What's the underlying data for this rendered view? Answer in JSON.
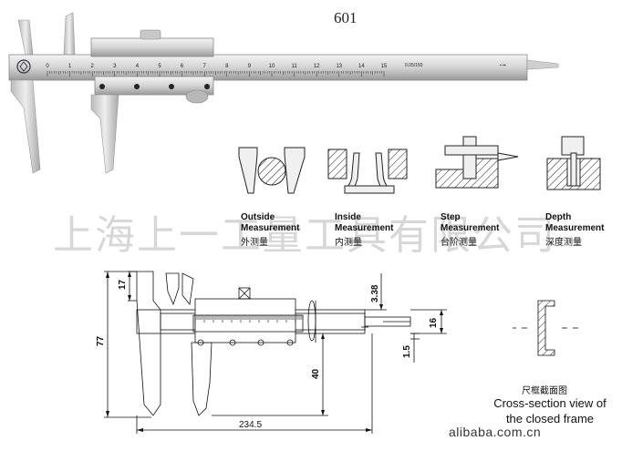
{
  "model": "601",
  "watermark": "上海上一工量工具有限公司",
  "photo": {
    "scale_main": [
      "0",
      "1",
      "2",
      "3",
      "4",
      "5",
      "6",
      "7",
      "8",
      "9",
      "10",
      "11",
      "12",
      "13",
      "14",
      "15"
    ],
    "extra": "0.05/150"
  },
  "measurements": [
    {
      "en1": "Outside",
      "en2": "Measurement",
      "cn": "外测量",
      "icon": "outside-measurement-icon"
    },
    {
      "en1": "Inside",
      "en2": "Measurement",
      "cn": "内测量",
      "icon": "inside-measurement-icon"
    },
    {
      "en1": "Step",
      "en2": "Measurement",
      "cn": "台阶测量",
      "icon": "step-measurement-icon"
    },
    {
      "en1": "Depth",
      "en2": "Measurement",
      "cn": "深度测量",
      "icon": "depth-measurement-icon"
    }
  ],
  "dimensions": {
    "height_17": "17",
    "total_77": "77",
    "thickness_338": "3.38",
    "width_16": "16",
    "depth_15": "1.5",
    "jaw_40": "40",
    "length_2345": "234.5"
  },
  "cross_section": {
    "caption_cn": "尺框截面图",
    "caption_en_1": "Cross-section view of",
    "caption_en_2": "the closed frame"
  },
  "brand": "alibaba.com.cn"
}
